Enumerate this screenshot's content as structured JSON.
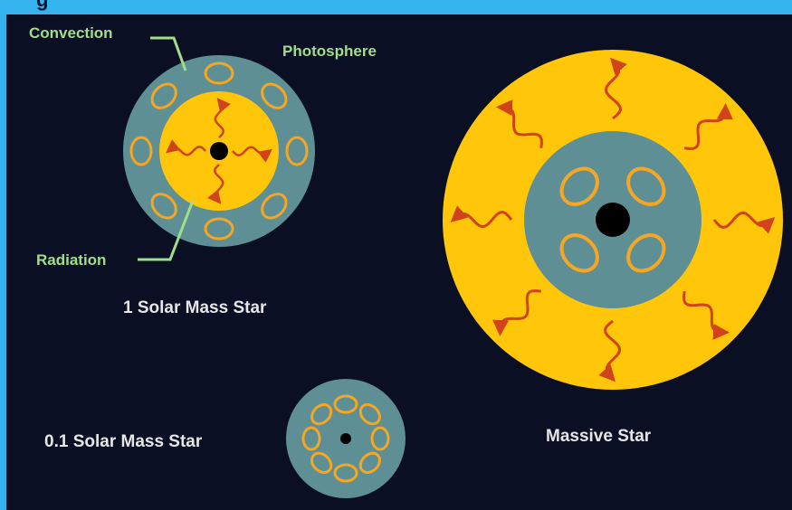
{
  "banner_text": "g",
  "labels": {
    "convection": "Convection",
    "photosphere": "Photosphere",
    "radiation": "Radiation",
    "star_1_solar": "1 Solar Mass Star",
    "star_massive": "Massive Star",
    "star_01_solar": "0.1 Solar Mass Star"
  },
  "colors": {
    "background": "#0a0f24",
    "frame": "#35b3ee",
    "yellow": "#ffc60a",
    "teal": "#5e8f95",
    "orange": "#f5a623",
    "red": "#d1431b",
    "core": "#000000",
    "label_green": "#9fdf8a",
    "label_white": "#e6e6e6"
  }
}
